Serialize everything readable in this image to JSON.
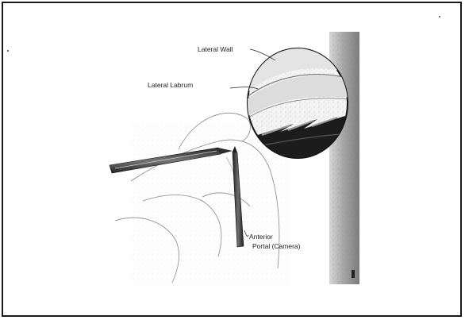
{
  "labels": {
    "lateral_wall": "Lateral Wall",
    "lateral_labrum": "Lateral Labrum",
    "anterior": "Anterior",
    "portal_camera": "Portal (Camera)"
  },
  "colors": {
    "frame": "#1a1a1a",
    "background": "#ffffff",
    "wall_shading": "#9a9a9a",
    "instrument": "#2b2b2b"
  }
}
